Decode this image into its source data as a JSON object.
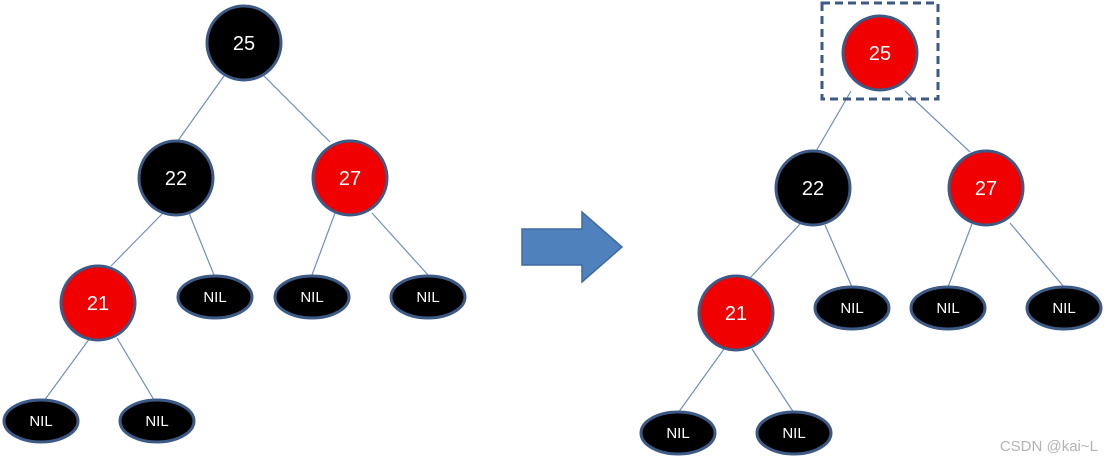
{
  "colors": {
    "black_node": "#000000",
    "red_node": "#f00000",
    "outline": "#3d5a86",
    "edge": "#6f8fbd",
    "arrow": "#4f81bd"
  },
  "left_tree": {
    "root": {
      "value": "25",
      "color": "black"
    },
    "root_left": {
      "value": "22",
      "color": "black"
    },
    "root_right": {
      "value": "27",
      "color": "red"
    },
    "left_left": {
      "value": "21",
      "color": "red"
    },
    "nil_label": "NIL"
  },
  "right_tree": {
    "root": {
      "value": "25",
      "color": "red"
    },
    "root_left": {
      "value": "22",
      "color": "black"
    },
    "root_right": {
      "value": "27",
      "color": "red"
    },
    "left_left": {
      "value": "21",
      "color": "red"
    },
    "nil_label": "NIL"
  },
  "watermark": "CSDN @kai~L"
}
